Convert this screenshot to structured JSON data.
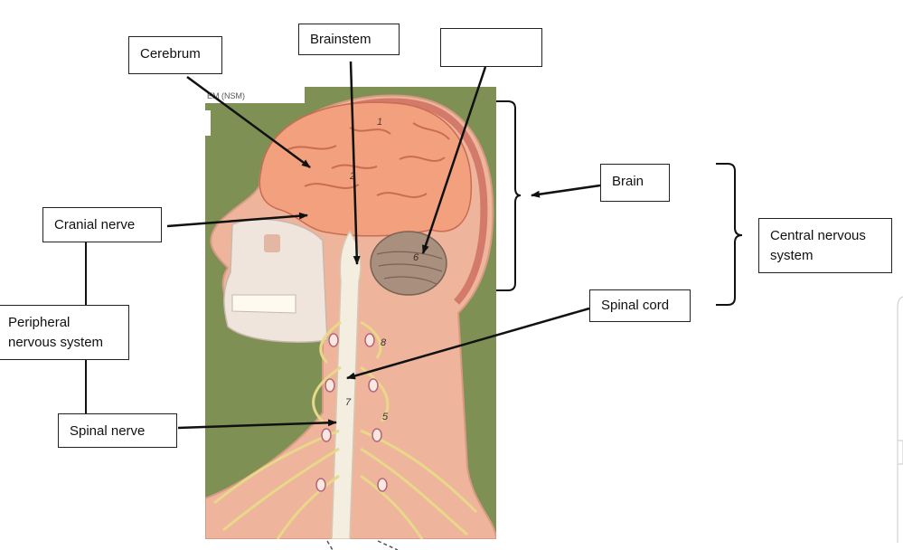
{
  "labels": {
    "cerebrum": "Cerebrum",
    "brainstem": "Brainstem",
    "blank": "",
    "brain": "Brain",
    "central_nervous_system": "Central nervous system",
    "cranial_nerve": "Cranial nerve",
    "peripheral_nervous_system": "Peripheral nervous system",
    "spinal_nerve": "Spinal nerve",
    "spinal_cord": "Spinal cord"
  },
  "model_text": {
    "corner_tag": "EM (NSM)",
    "numbers": [
      "1",
      "2",
      "6",
      "7",
      "5",
      "8"
    ]
  },
  "colors": {
    "background_wall": "#7e9054",
    "skin": "#eeb49c",
    "cerebrum": "#f3a07e",
    "cerebellum": "#a88f7e",
    "nerves": "#e8d88a",
    "bone": "#efe5dc",
    "lines": "#111111"
  }
}
